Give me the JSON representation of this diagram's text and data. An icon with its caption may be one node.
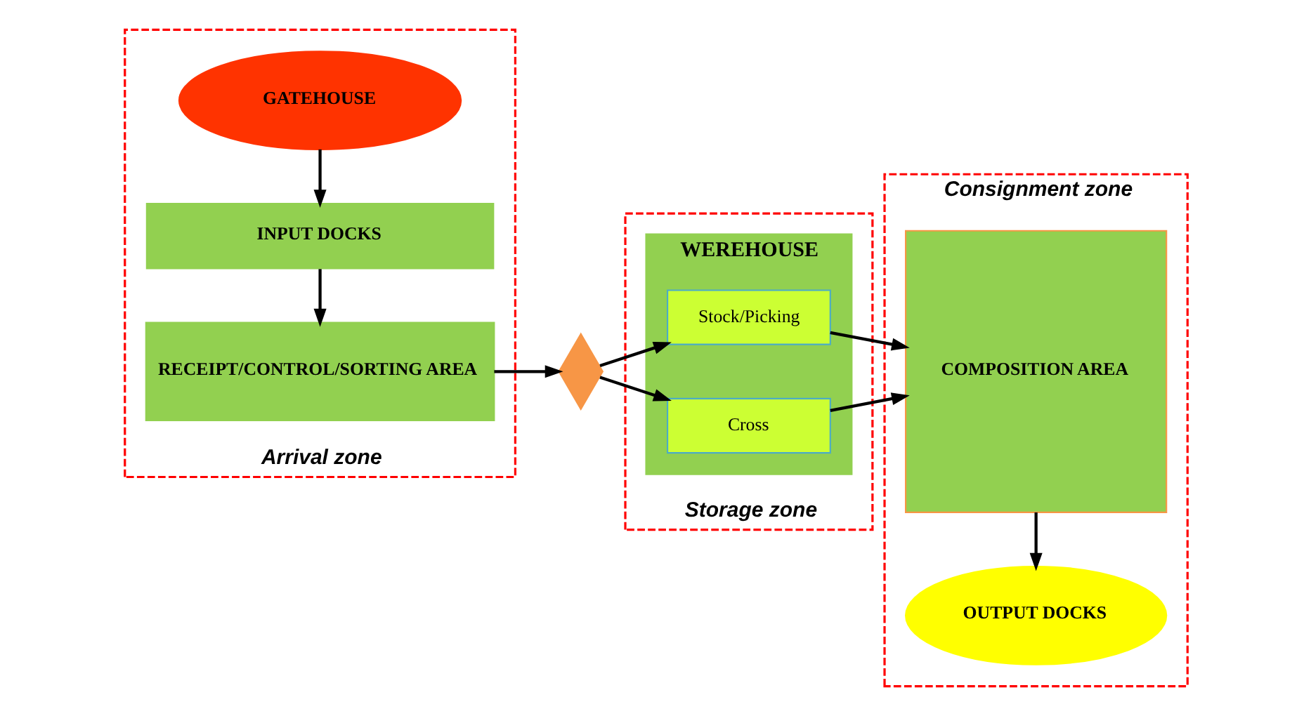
{
  "diagram": {
    "nodes": [
      {
        "text": [
          "Arrival zone"
        ]
      },
      {
        "text": [
          "GATEHOUSE"
        ],
        "in": 0
      },
      {
        "text": [
          "INPUT DOCKS"
        ],
        "in": 0
      },
      {
        "text": [
          "RECEIPT/CONTROL/SORTING AREA"
        ],
        "in": 0
      },
      {
        "text": [],
        "shape": "diamond"
      },
      {
        "text": [
          "Storage zone"
        ]
      },
      {
        "text": [
          "WEREHOUSE"
        ],
        "in": 5
      },
      {
        "text": [
          "Stock/Picking"
        ],
        "in": 6
      },
      {
        "text": [
          "Cross"
        ],
        "in": 6
      },
      {
        "text": [
          "Consignment zone"
        ]
      },
      {
        "text": [
          "COMPOSITION AREA"
        ],
        "in": 9
      },
      {
        "text": [
          "OUTPUT DOCKS"
        ],
        "in": 9
      }
    ],
    "edges": [
      {
        "from": 1,
        "to": 2,
        "arrow": "to"
      },
      {
        "from": 2,
        "to": 3,
        "arrow": "to"
      },
      {
        "from": 3,
        "to": 4,
        "arrow": "to"
      },
      {
        "from": 4,
        "to": 7,
        "arrow": "to"
      },
      {
        "from": 4,
        "to": 8,
        "arrow": "to"
      },
      {
        "from": 7,
        "to": 10,
        "arrow": "to"
      },
      {
        "from": 8,
        "to": 10,
        "arrow": "to"
      },
      {
        "from": 10,
        "to": 11,
        "arrow": "to"
      }
    ]
  }
}
